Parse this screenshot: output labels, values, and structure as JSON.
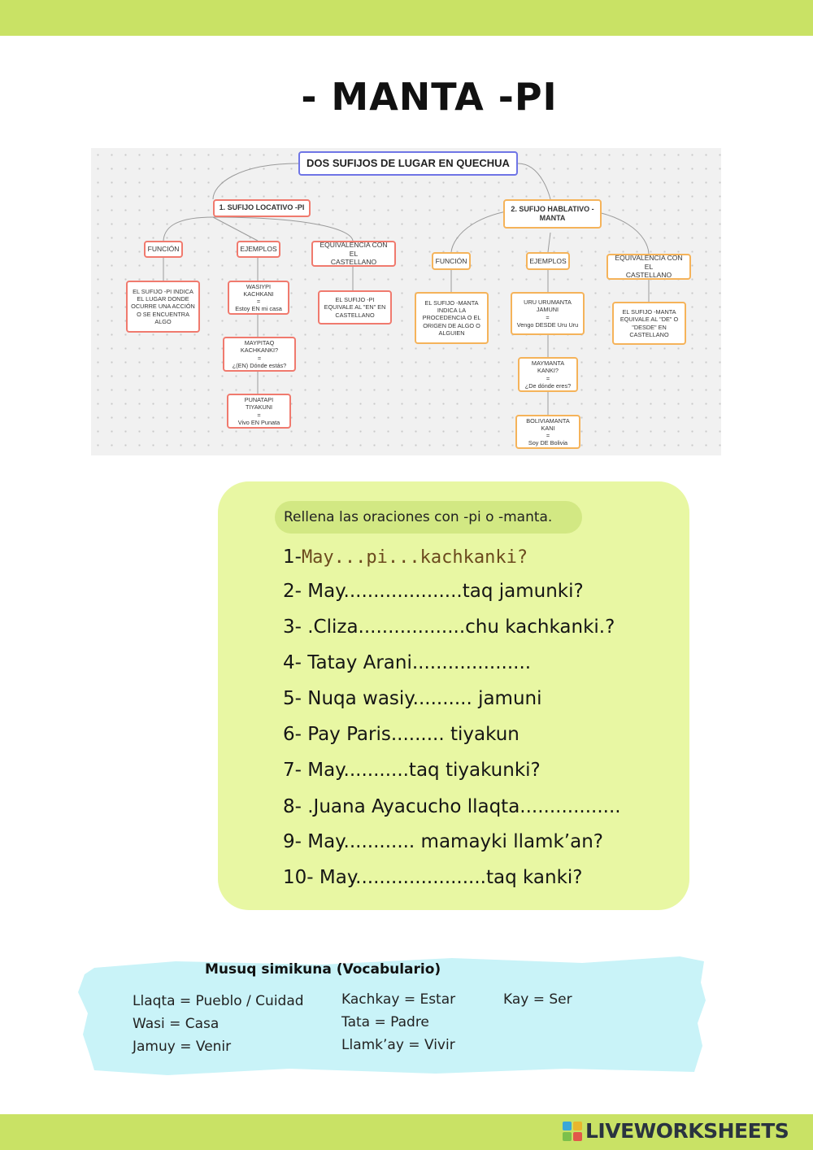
{
  "page": {
    "title": "- MANTA -PI"
  },
  "concept_map": {
    "root": "DOS SUFIJOS DE LUGAR EN QUECHUA",
    "branch1": {
      "title": "1. SUFIJO LOCATIVO -PI",
      "funcion_label": "FUNCIÓN",
      "ejemplos_label": "EJEMPLOS",
      "equivalencia_label": [
        "EQUIVALENCIA CON EL",
        "CASTELLANO"
      ],
      "funcion_text": [
        "EL SUFIJO -PI INDICA",
        "EL LUGAR DONDE",
        "OCURRE UNA ACCIÓN",
        "O SE ENCUENTRA",
        "ALGO"
      ],
      "ejemplo1": [
        "WASIYPI KACHKANI",
        "=",
        "Estoy EN mi casa"
      ],
      "ejemplo2": [
        "MAYPITAQ KACHKANKI?",
        "=",
        "¿(EN) Dónde estás?"
      ],
      "ejemplo3": [
        "PUNATAPI TIYAKUNI",
        "=",
        "Vivo EN Punata"
      ],
      "equivalencia_text": [
        "EL SUFIJO -PI",
        "EQUIVALE AL \"EN\" EN",
        "CASTELLANO"
      ]
    },
    "branch2": {
      "title": [
        "2. SUFIJO HABLATIVO -",
        "MANTA"
      ],
      "funcion_label": "FUNCIÓN",
      "ejemplos_label": "EJEMPLOS",
      "equivalencia_label": [
        "EQUIVALENCIA CON EL",
        "CASTELLANO"
      ],
      "funcion_text": [
        "EL SUFIJO -MANTA",
        "INDICA LA",
        "PROCEDENCIA O EL",
        "ORIGEN DE ALGO O",
        "ALGUIEN"
      ],
      "ejemplo1": [
        "URU URUMANTA",
        "JAMUNI",
        "=",
        "Vengo DESDE Uru Uru"
      ],
      "ejemplo2": [
        "MAYMANTA KANKI?",
        "=",
        "¿De dónde eres?"
      ],
      "ejemplo3": [
        "BOLIVIAMANTA KANI",
        "=",
        "Soy DE Bolivia"
      ],
      "equivalencia_text": [
        "EL SUFIJO -MANTA",
        "EQUIVALE AL \"DE\" O",
        "\"DESDE\" EN",
        "CASTELLANO"
      ]
    }
  },
  "exercise": {
    "instruction": "Rellena las oraciones con -pi o -manta.",
    "items": [
      {
        "num": "1-",
        "answer": "May...pi...kachkanki?",
        "text": ""
      },
      {
        "num": "",
        "answer": "",
        "text": "2- May....................taq jamunki?"
      },
      {
        "num": "",
        "answer": "",
        "text": "3- .Cliza..................chu kachkanki.?"
      },
      {
        "num": "",
        "answer": "",
        "text": "4- Tatay Arani...................."
      },
      {
        "num": "",
        "answer": "",
        "text": "5- Nuqa wasiy..........  jamuni"
      },
      {
        "num": "",
        "answer": "",
        "text": "6- Pay Paris.........  tiyakun"
      },
      {
        "num": "",
        "answer": "",
        "text": "7- May...........taq tiyakunki?"
      },
      {
        "num": "",
        "answer": "",
        "text": "8- .Juana Ayacucho llaqta................."
      },
      {
        "num": "",
        "answer": "",
        "text": "9- May............ mamayki llamk’an?"
      },
      {
        "num": "",
        "answer": "",
        "text": "10- May......................taq kanki?"
      }
    ]
  },
  "vocabulary": {
    "title": "Musuq simikuna (Vocabulario)",
    "col1": [
      "Llaqta = Pueblo / Cuidad",
      "Wasi = Casa",
      "Jamuy = Venir"
    ],
    "col2": [
      "Kachkay = Estar",
      "Tata = Padre",
      "Llamk’ay = Vivir"
    ],
    "col3": [
      "Kay = Ser"
    ]
  },
  "brand": {
    "name": "LIVEWORKSHEETS"
  },
  "colors": {
    "bar": "#c9e265",
    "card": "#e8f7a3",
    "instruction_pill": "#d2e883",
    "vocab_brush": "#c9f3f8",
    "root_border": "#6f75e6",
    "branch1_border": "#f07a6e",
    "branch2_border": "#f5b35a"
  }
}
